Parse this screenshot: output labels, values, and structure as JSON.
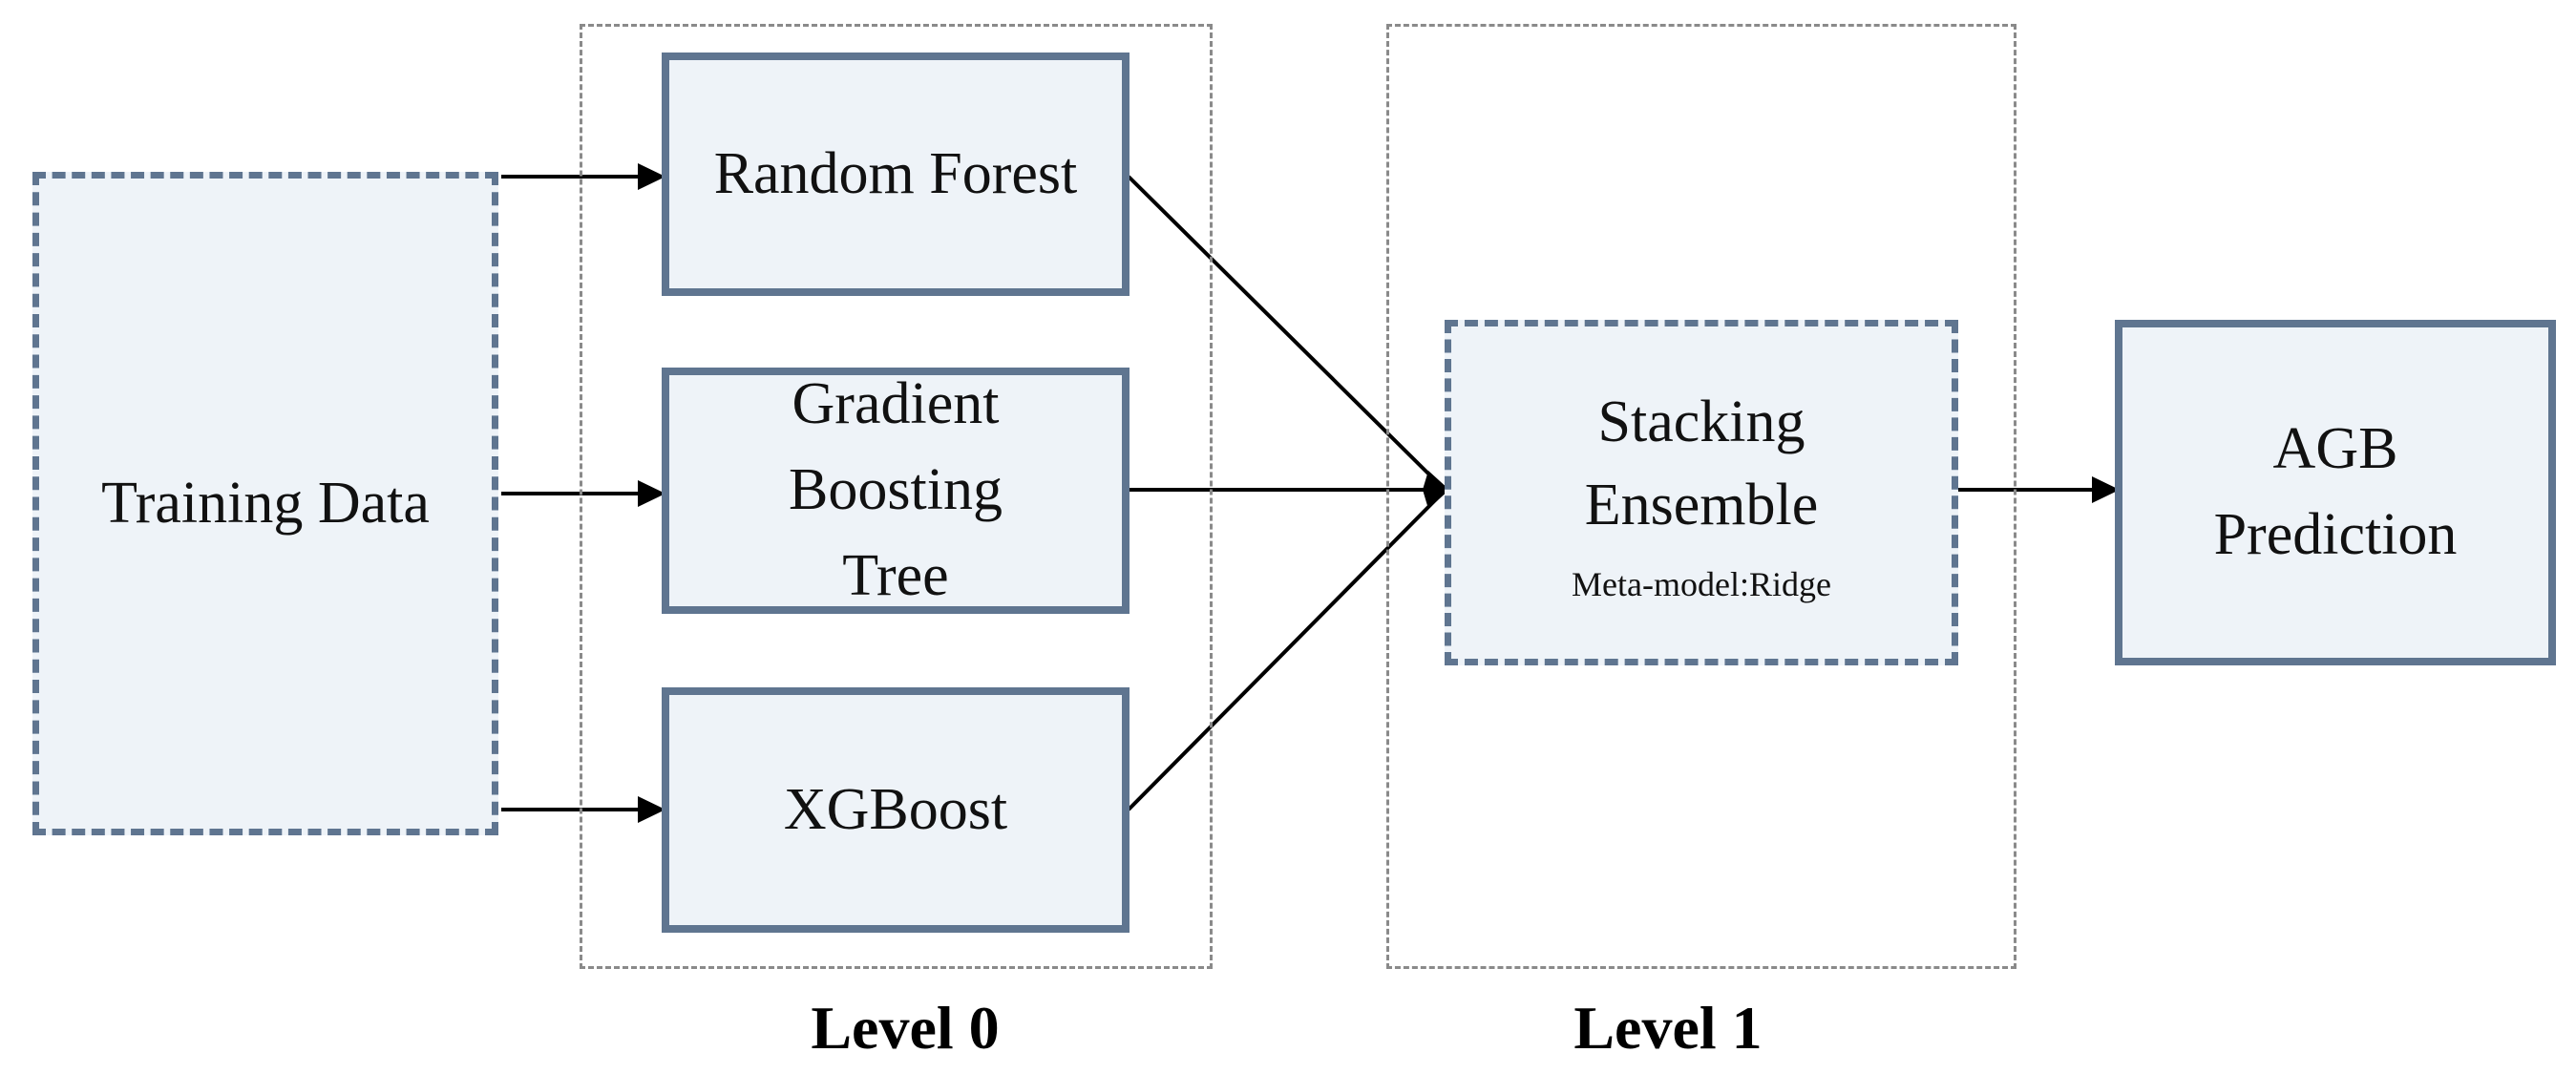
{
  "nodes": {
    "training": {
      "label": "Training Data"
    },
    "rf": {
      "label": "Random Forest"
    },
    "gbt": {
      "label_lines": [
        "Gradient",
        "Boosting",
        "Tree"
      ]
    },
    "xgb": {
      "label": "XGBoost"
    },
    "stack": {
      "label_lines": [
        "Stacking",
        "Ensemble"
      ],
      "sublabel": "Meta-model:Ridge"
    },
    "agb": {
      "label_lines": [
        "AGB",
        "Prediction"
      ]
    }
  },
  "levels": {
    "level0": "Level 0",
    "level1": "Level 1"
  },
  "colors": {
    "box_fill": "#eef3f8",
    "box_border": "#5f7590",
    "frame": "#8a8a8a",
    "arrow": "#000000"
  }
}
